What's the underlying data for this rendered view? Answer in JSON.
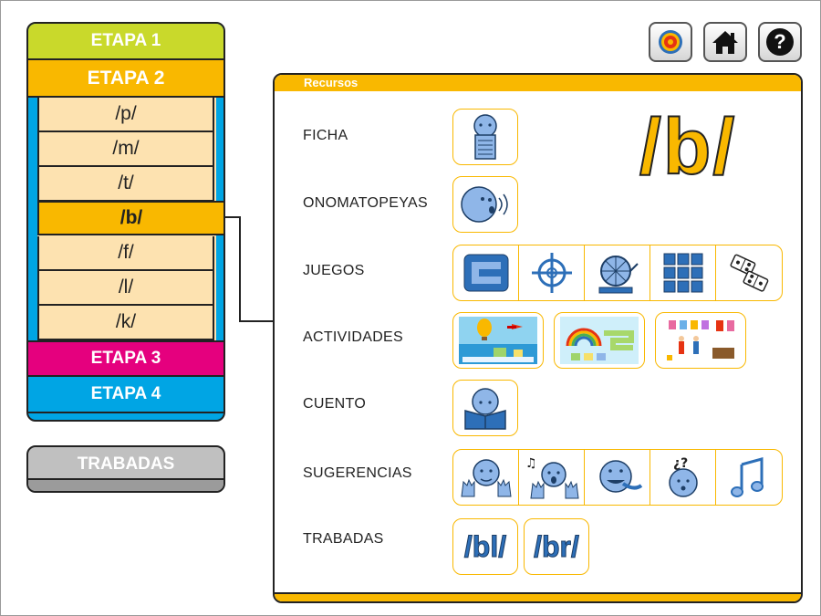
{
  "stages": {
    "stage1": "ETAPA 1",
    "stage2": "ETAPA 2",
    "phonemes": [
      "/p/",
      "/m/",
      "/t/",
      "/b/",
      "/f/",
      "/l/",
      "/k/"
    ],
    "active_phoneme": "/b/",
    "stage3": "ETAPA 3",
    "stage4": "ETAPA 4"
  },
  "trabadas_button": "TRABADAS",
  "toolbar": {
    "icons": [
      "target-icon",
      "home-icon",
      "help-icon"
    ]
  },
  "panel": {
    "title": "Recursos",
    "big_phoneme": "/b/",
    "rows": {
      "ficha": "FICHA",
      "onomatopeyas": "ONOMATOPEYAS",
      "juegos": "JUEGOS",
      "actividades": "ACTIVIDADES",
      "cuento": "CUENTO",
      "sugerencias": "SUGERENCIAS",
      "trabadas": "TRABADAS"
    },
    "trabadas_items": [
      "/bl/",
      "/br/"
    ]
  },
  "colors": {
    "stage1": "#c9d92b",
    "stage2": "#f9b800",
    "stage3": "#e5007e",
    "stage4": "#00a5e4",
    "phoneme_bg": "#fde2b0",
    "accent": "#f9b800",
    "icon_blue": "#8fb6e8"
  }
}
